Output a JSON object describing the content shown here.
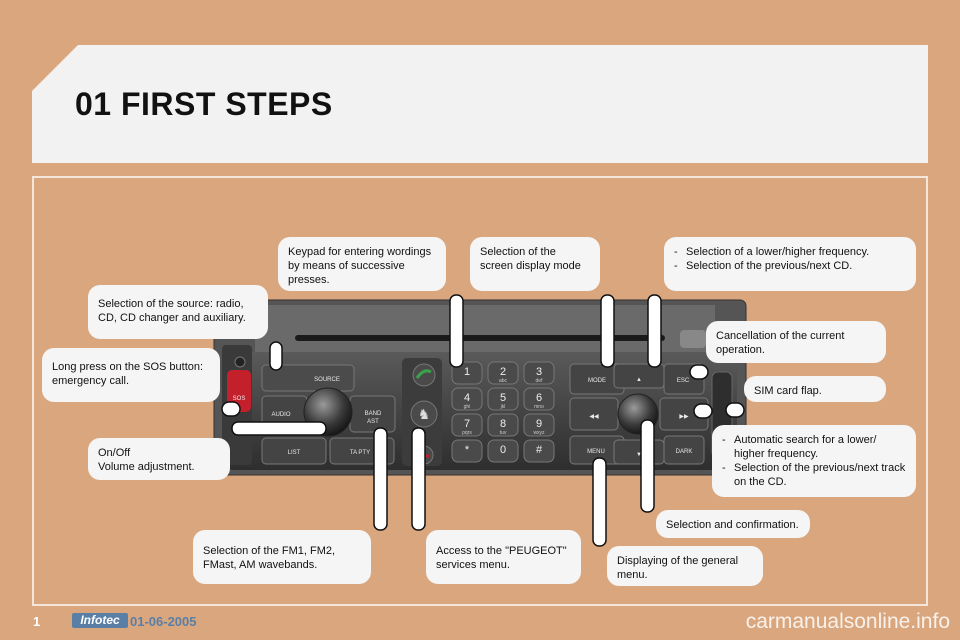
{
  "page": {
    "number": "1",
    "title": "01 FIRST STEPS"
  },
  "footer": {
    "brand": "Infotec",
    "date": "01-06-2005",
    "watermark": "carmanualsonline.info"
  },
  "callouts": {
    "source": "Selection of the source: radio, CD, CD changer and auxiliary.",
    "keypad": "Keypad for entering wordings by means of successive presses.",
    "mode": "Selection of the screen display mode",
    "freq": [
      "Selection of a lower/higher frequency.",
      "Selection of the previous/next CD."
    ],
    "cancel": "Cancellation of the current operation.",
    "sim": "SIM card flap.",
    "sos": "Long press on the SOS button: emergency call.",
    "onoff_line1": "On/Off",
    "onoff_line2": "Volume adjustment.",
    "search": [
      "Automatic search for a lower/ higher frequency.",
      "Selection of the previous/next track on the CD."
    ],
    "select": "Selection and confirmation.",
    "band": "Selection of the FM1, FM2, FMast, AM wavebands.",
    "peugeot": "Access to the \"PEUGEOT\" services menu.",
    "menu": "Displaying of the general menu."
  },
  "radio": {
    "buttons": {
      "source": "SOURCE",
      "audio": "AUDIO",
      "band": "BAND",
      "band_sub": "AST",
      "list": "LIST",
      "ta_pty": "TA PTY",
      "mode": "MODE",
      "esc": "ESC",
      "menu": "MENU",
      "dark": "DARK",
      "sos": "SOS"
    },
    "keys": [
      {
        "d": "1",
        "l": ""
      },
      {
        "d": "2",
        "l": "abc"
      },
      {
        "d": "3",
        "l": "def"
      },
      {
        "d": "4",
        "l": "ghi"
      },
      {
        "d": "5",
        "l": "jkl"
      },
      {
        "d": "6",
        "l": "mno"
      },
      {
        "d": "7",
        "l": "pqrs"
      },
      {
        "d": "8",
        "l": "tuv"
      },
      {
        "d": "9",
        "l": "wxyz"
      },
      {
        "d": "*",
        "l": ""
      },
      {
        "d": "0",
        "l": ""
      },
      {
        "d": "#",
        "l": ""
      }
    ]
  }
}
